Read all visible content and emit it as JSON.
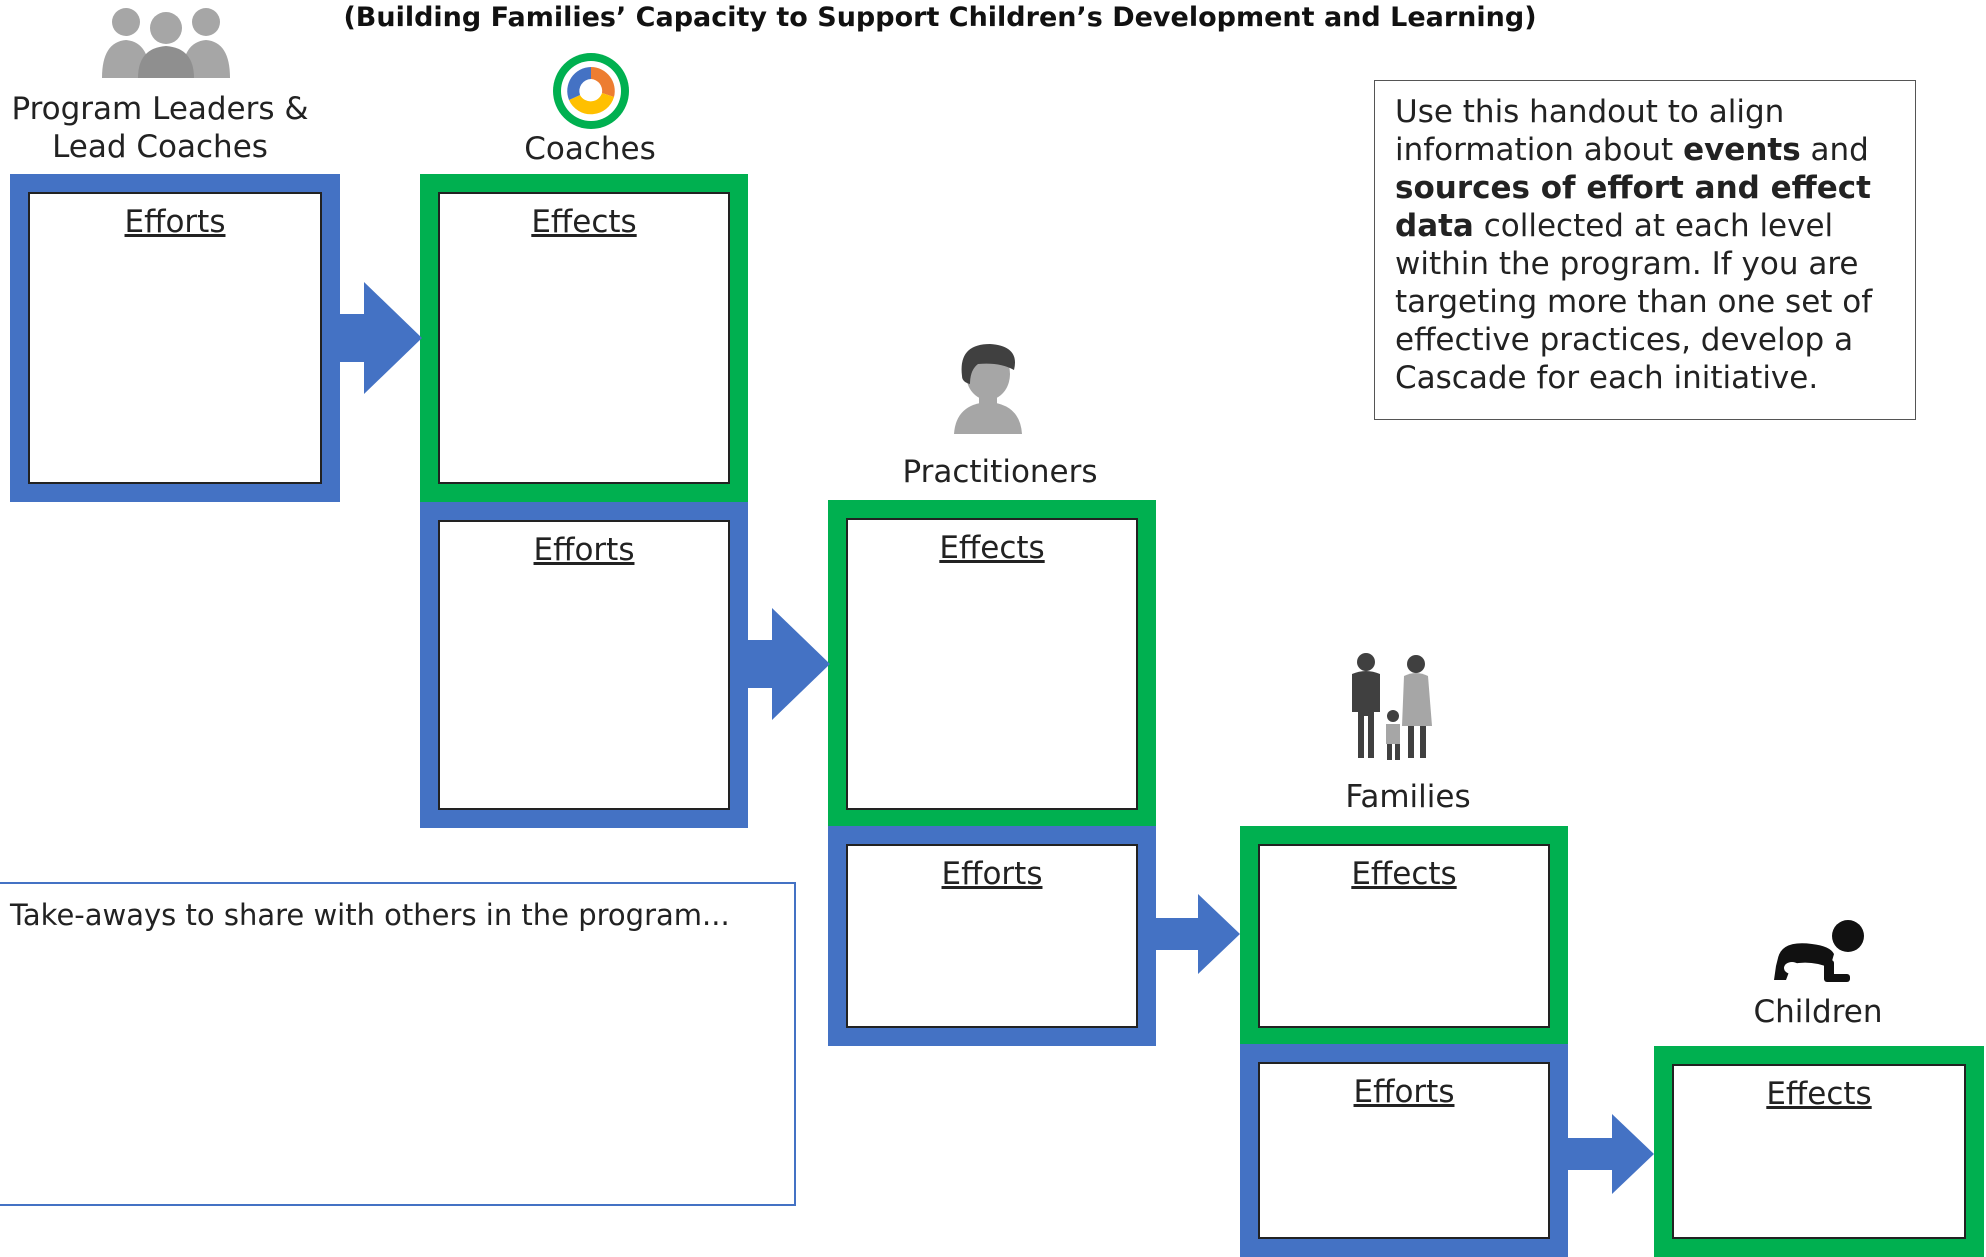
{
  "title": "(Building Families’ Capacity to Support Children’s Development and Learning)",
  "levels": {
    "leaders": {
      "label_line1": "Program Leaders &",
      "label_line2": "Lead Coaches",
      "icon": "group-people-icon"
    },
    "coaches": {
      "label": "Coaches",
      "icon": "circular-cycle-icon"
    },
    "practitioners": {
      "label": "Practitioners",
      "icon": "person-icon"
    },
    "families": {
      "label": "Families",
      "icon": "family-icon"
    },
    "children": {
      "label": "Children",
      "icon": "crawling-baby-icon"
    }
  },
  "boxes": {
    "efforts": "Efforts",
    "effects": "Effects"
  },
  "note": {
    "part1": "Use this handout to align information about ",
    "bold1": "events",
    "part2": " and ",
    "bold2": "sources of effort and effect data",
    "part3": " collected at each level within the program. If you are targeting more than one set of effective practices, develop a Cascade for each initiative."
  },
  "takeaway": {
    "text": "Take-aways to share with others in the program..."
  },
  "colors": {
    "efforts_blue": "#4472C4",
    "effects_green": "#00B050",
    "icon_gray": "#A6A6A6"
  }
}
